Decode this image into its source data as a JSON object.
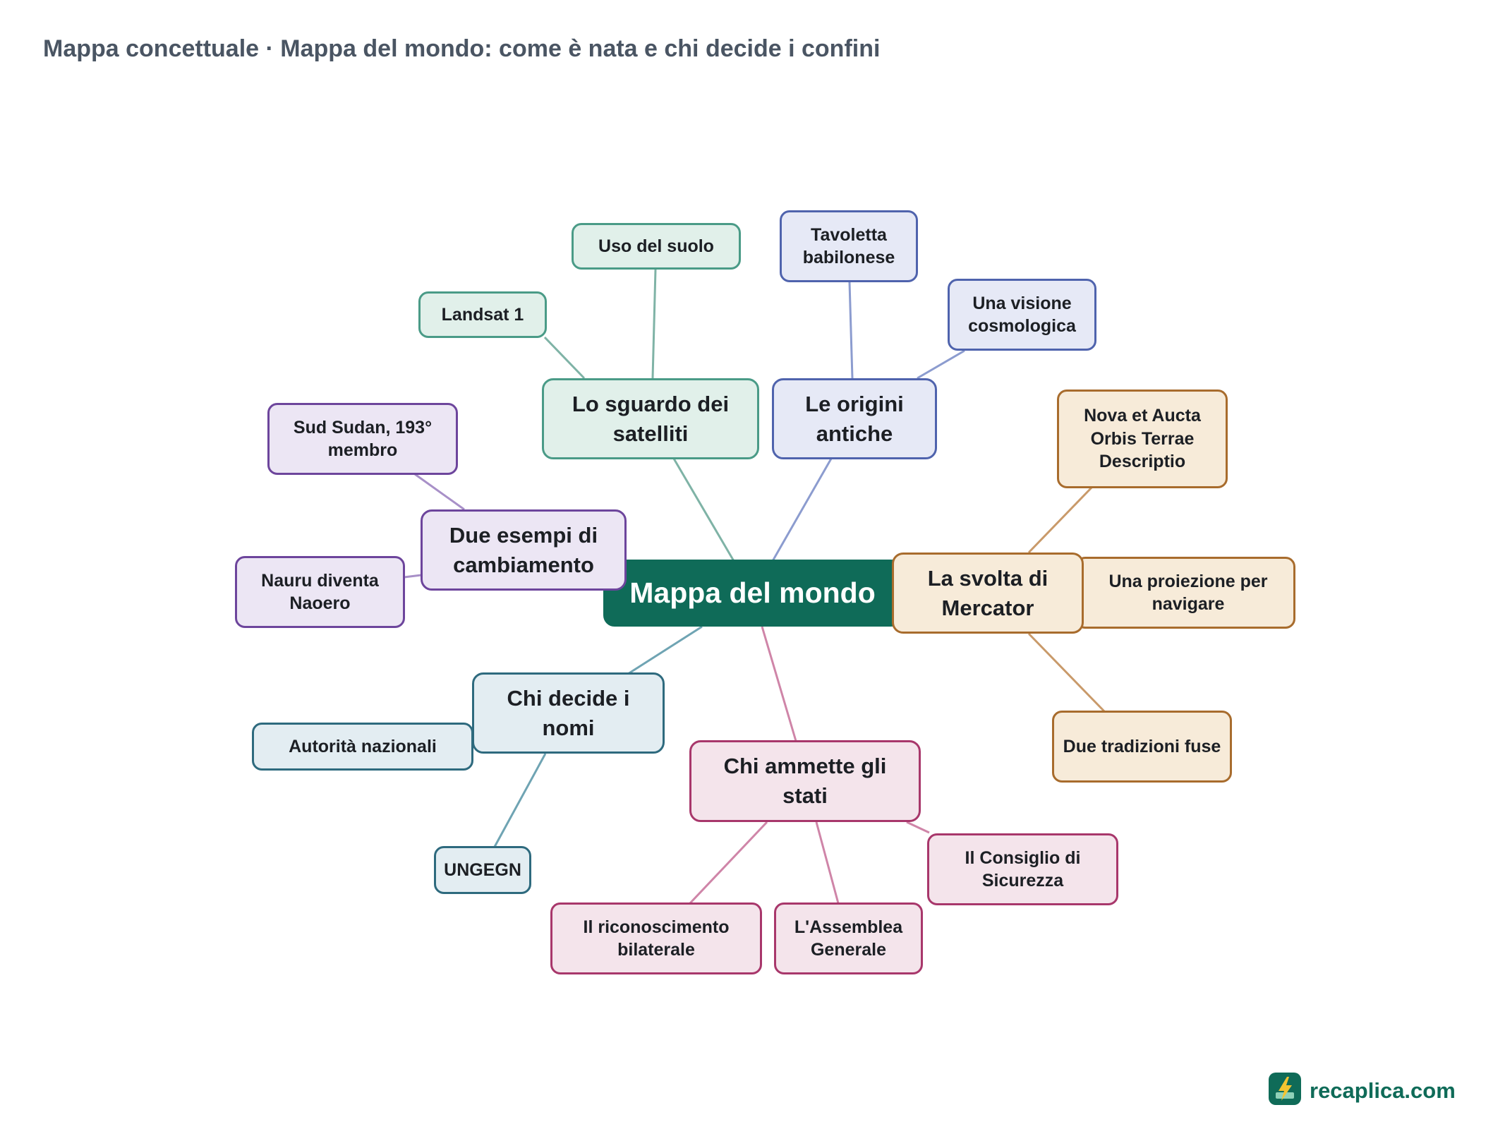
{
  "title": "Mappa concettuale · Mappa del mondo: come è nata e chi decide i confini",
  "colors": {
    "center": "#0f6b58",
    "satelliti": "#4a9b87",
    "origini": "#4f63ad",
    "mercator": "#a86c2d",
    "esempi": "#6d459c",
    "nomi": "#2e6a7e",
    "stati": "#a8376b"
  },
  "center": {
    "label": "Mappa del mondo"
  },
  "branches": {
    "satelliti": {
      "label": "Lo sguardo dei satelliti",
      "leaves": [
        "Landsat 1",
        "Uso del suolo"
      ]
    },
    "origini": {
      "label": "Le origini antiche",
      "leaves": [
        "Tavoletta babilonese",
        "Una visione cosmologica"
      ]
    },
    "mercator": {
      "label": "La svolta di Mercator",
      "leaves": [
        "Nova et Aucta Orbis Terrae Descriptio",
        "Una proiezione per navigare",
        "Due tradizioni fuse"
      ]
    },
    "esempi": {
      "label": "Due esempi di cambiamento",
      "leaves": [
        "Sud Sudan, 193° membro",
        "Nauru diventa Naoero"
      ]
    },
    "nomi": {
      "label": "Chi decide i nomi",
      "leaves": [
        "Autorità nazionali",
        "UNGEGN"
      ]
    },
    "stati": {
      "label": "Chi ammette gli stati",
      "leaves": [
        "Il Consiglio di Sicurezza",
        "Il riconoscimento bilaterale",
        "L'Assemblea Generale"
      ]
    }
  },
  "logo": {
    "text": "recaplica.com",
    "icon": "bolt-icon"
  }
}
